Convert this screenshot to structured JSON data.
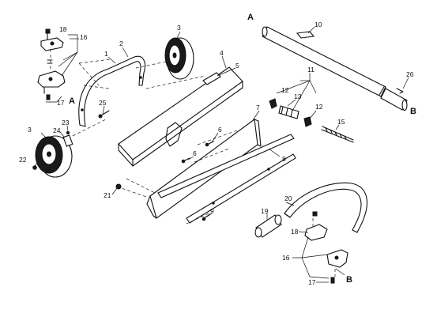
{
  "diagram": {
    "callouts": [
      {
        "id": "c1",
        "text": "1"
      },
      {
        "id": "c2",
        "text": "2"
      },
      {
        "id": "c3a",
        "text": "3"
      },
      {
        "id": "c3b",
        "text": "3"
      },
      {
        "id": "c4",
        "text": "4"
      },
      {
        "id": "c5",
        "text": "5"
      },
      {
        "id": "c6a",
        "text": "6"
      },
      {
        "id": "c6b",
        "text": "6"
      },
      {
        "id": "c7",
        "text": "7"
      },
      {
        "id": "c8",
        "text": "8"
      },
      {
        "id": "c9",
        "text": "9"
      },
      {
        "id": "c10",
        "text": "10"
      },
      {
        "id": "c11",
        "text": "11"
      },
      {
        "id": "c12a",
        "text": "12"
      },
      {
        "id": "c12b",
        "text": "12"
      },
      {
        "id": "c13",
        "text": "13"
      },
      {
        "id": "c15",
        "text": "15"
      },
      {
        "id": "c16a",
        "text": "16"
      },
      {
        "id": "c16b",
        "text": "16"
      },
      {
        "id": "c17a",
        "text": "17"
      },
      {
        "id": "c17b",
        "text": "17"
      },
      {
        "id": "c18a",
        "text": "18"
      },
      {
        "id": "c18b",
        "text": "18"
      },
      {
        "id": "c19",
        "text": "19"
      },
      {
        "id": "c20",
        "text": "20"
      },
      {
        "id": "c21",
        "text": "21"
      },
      {
        "id": "c22",
        "text": "22"
      },
      {
        "id": "c23",
        "text": "23"
      },
      {
        "id": "c24",
        "text": "24"
      },
      {
        "id": "c25",
        "text": "25"
      },
      {
        "id": "c26",
        "text": "26"
      }
    ],
    "refs": [
      {
        "id": "rA1",
        "text": "A"
      },
      {
        "id": "rA2",
        "text": "A"
      },
      {
        "id": "rB1",
        "text": "B"
      },
      {
        "id": "rB2",
        "text": "B"
      }
    ]
  }
}
